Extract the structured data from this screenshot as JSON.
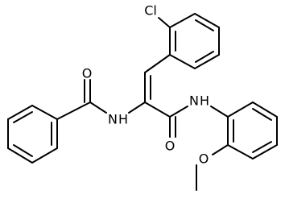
{
  "molecule": {
    "atom_labels": {
      "chlorine": "Cl",
      "amide_oxygen_left": "O",
      "amide_nitrogen_left": "N",
      "amide_hydrogen_left": "H",
      "amide_nitrogen_right": "N",
      "amide_hydrogen_right": "H",
      "amide_oxygen_right": "O",
      "methoxy_oxygen": "O"
    }
  },
  "colors": {
    "bond": "#000000",
    "background": "#ffffff"
  }
}
